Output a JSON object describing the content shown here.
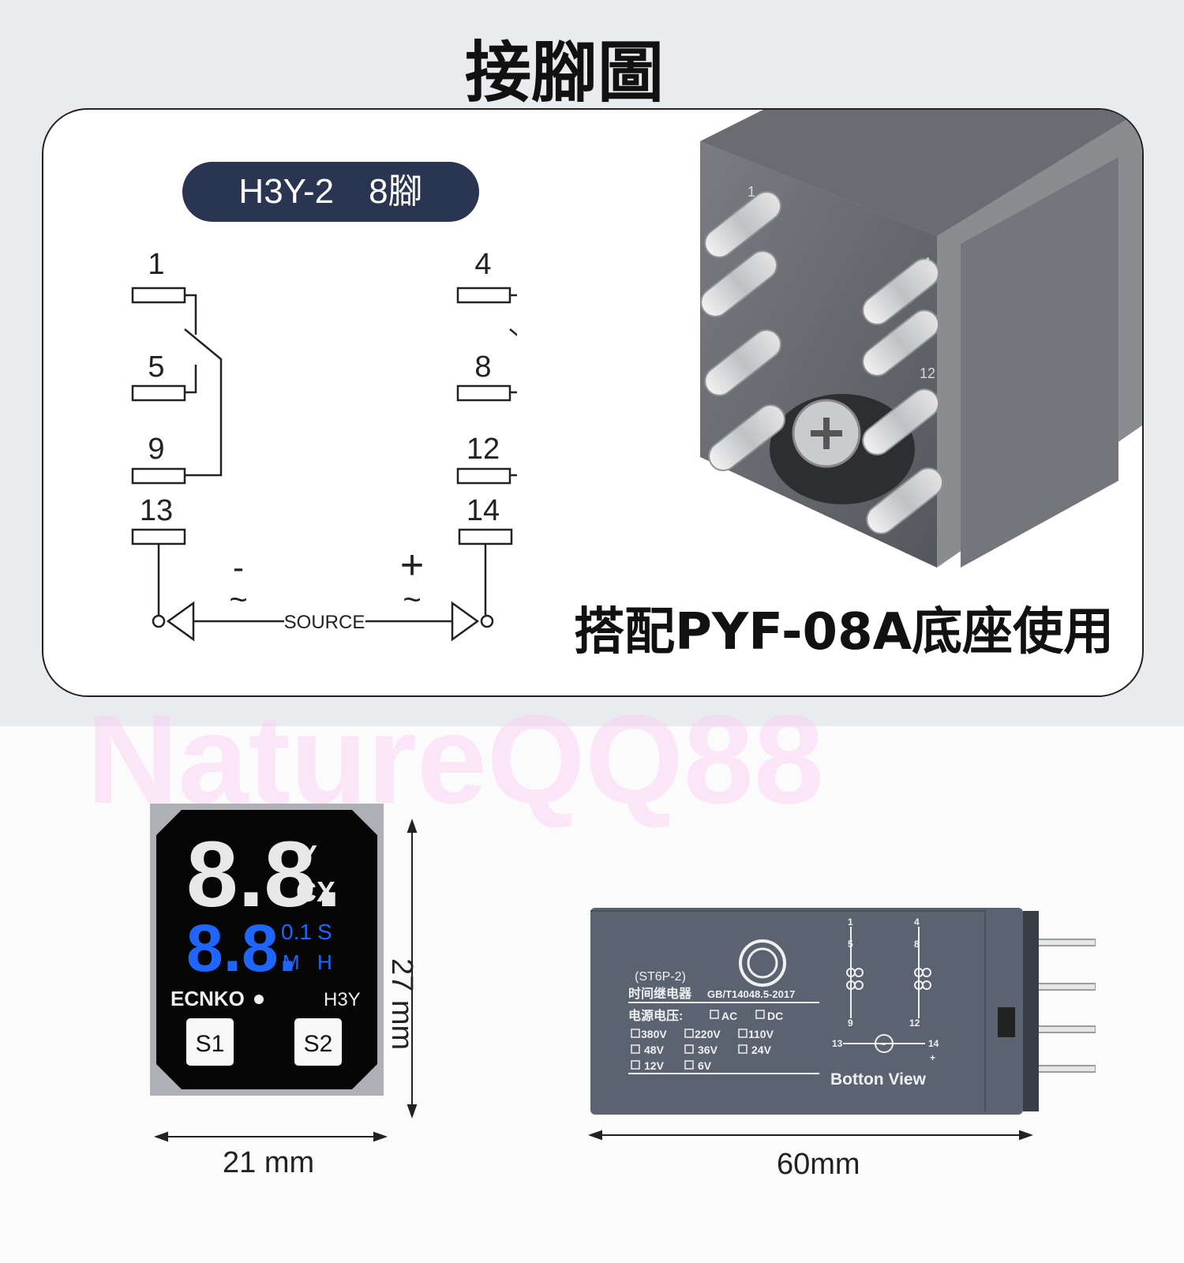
{
  "title": "接腳圖",
  "model_pill": "H3Y-2　8腳",
  "pins": [
    "1",
    "5",
    "9",
    "13",
    "4",
    "8",
    "12",
    "14"
  ],
  "minus_sign": "-",
  "plus_sign": "+",
  "tilde": "~",
  "source_label": "SOURCE",
  "base_note": "搭配PYF-08A底座使用",
  "photo_pin_marks": [
    "1",
    "4",
    "12"
  ],
  "watermark": "NatureQQ88",
  "front": {
    "top_digits": "8.8.",
    "top_units": [
      "Y",
      "CX"
    ],
    "bottom_digits": "8.8.",
    "bottom_units": [
      "0.1",
      "S",
      "M",
      "H"
    ],
    "brand": "ECNKO",
    "model": "H3Y",
    "s1": "S1",
    "s2": "S2",
    "width_label": "21 mm",
    "height_label": "27 mm"
  },
  "side": {
    "code": "(ST6P-2)",
    "product": "时间继电器",
    "standard": "GB/T14048.5-2017",
    "supply_label": "电源电压:",
    "ac": "AC",
    "dc": "DC",
    "voltages": [
      "380V",
      "220V",
      "110V",
      "48V",
      "36V",
      "24V",
      "12V",
      "6V"
    ],
    "label_pins": [
      "1",
      "4",
      "5",
      "8",
      "9",
      "12",
      "13",
      "14"
    ],
    "plus": "+",
    "tilde": "~",
    "view_label": "Botton View",
    "width_label": "60mm"
  },
  "colors": {
    "pill": "#2a3651",
    "digit_white": "#e8e8e8",
    "digit_blue": "#1e66ff",
    "side_body": "#5b6371",
    "relay_body": "#6d6f74"
  }
}
